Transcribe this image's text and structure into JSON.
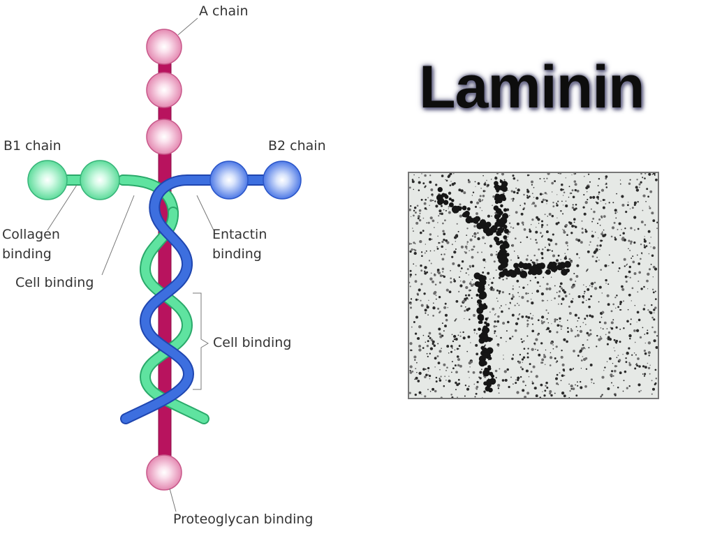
{
  "title": "Laminin",
  "labels": {
    "a_chain": "A chain",
    "b1_chain": "B1 chain",
    "b2_chain": "B2 chain",
    "collagen_binding_1": "Collagen",
    "collagen_binding_2": "binding",
    "entactin_binding_1": "Entactin",
    "entactin_binding_2": "binding",
    "cell_binding_left": "Cell binding",
    "cell_binding_right": "Cell binding",
    "proteoglycan_binding": "Proteoglycan binding"
  },
  "colors": {
    "a_chain": "#b8135e",
    "a_chain_domain": "#ec9dbf",
    "b1_chain": "#5fe3a0",
    "b1_chain_domain": "#8cf0c0",
    "b2_chain": "#3d6fdf",
    "b2_chain_domain": "#7fa3f2"
  }
}
